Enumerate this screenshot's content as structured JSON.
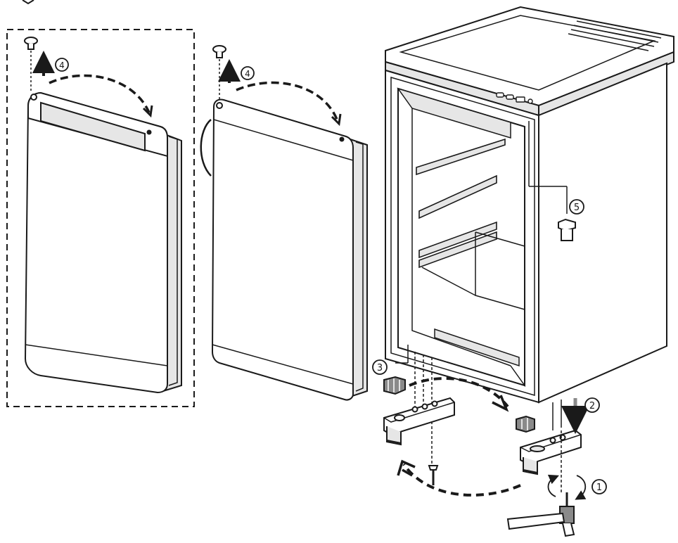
{
  "diagram": {
    "step_labels": {
      "step1": "1",
      "step2": "2",
      "step3": "3",
      "step4_a": "4",
      "step4_b": "4",
      "step5": "5"
    },
    "colors": {
      "line": "#1a1a1a",
      "fill": "#ffffff",
      "shade": "#e6e6e6",
      "dark": "#8a8a8a"
    }
  }
}
